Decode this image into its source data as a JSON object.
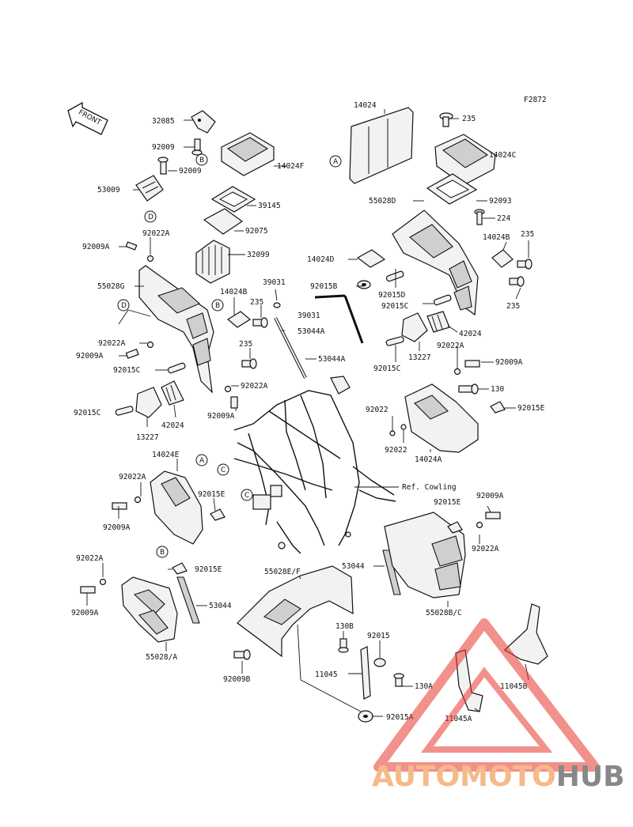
{
  "diagram": {
    "code": "F2872",
    "front_label": "FRONT",
    "ref_label": "Ref. Cowling",
    "parts": {
      "p32085": "32085",
      "p92009_top": "92009",
      "p92009_r": "92009",
      "p53009": "53009",
      "p14024F": "14024F",
      "p39145": "39145",
      "p92075": "92075",
      "p32099": "32099",
      "p92009A_1": "92009A",
      "p92022A_1": "92022A",
      "p55028G": "55028G",
      "p39031_a": "39031",
      "p14024B_1": "14024B",
      "p235_1": "235",
      "p39031_b": "39031",
      "p53044A_1": "53044A",
      "p235_2": "235",
      "p53044A_2": "53044A",
      "p92022A_2": "92022A",
      "p92009A_2": "92009A",
      "p92015C_1": "92015C",
      "p92022A_3": "92022A",
      "p92009A_3": "92009A",
      "p92015C_2": "92015C",
      "p42024_1": "42024",
      "p13227_1": "13227",
      "p14024": "14024",
      "p235_top": "235",
      "p14024C": "14024C",
      "p55028D": "55028D",
      "p92093": "92093",
      "p224": "224",
      "p14024B_2": "14024B",
      "p235_3": "235",
      "p14024D": "14024D",
      "p92015B": "92015B",
      "p92015D": "92015D",
      "p92015C_3": "92015C",
      "p235_4": "235",
      "p42024_2": "42024",
      "p92022A_4": "92022A",
      "p13227_2": "13227",
      "p92015C_4": "92015C",
      "p92009A_4": "92009A",
      "p130": "130",
      "p92022_1": "92022",
      "p92015E_1": "92015E",
      "p92022_2": "92022",
      "p14024A": "14024A",
      "p14024E": "14024E",
      "p92022A_5": "92022A",
      "p92015E_2": "92015E",
      "p92009A_5": "92009A",
      "p92015E_3": "92015E",
      "p92009A_6": "92009A",
      "p92022A_6": "92022A",
      "p92022A_7": "92022A",
      "p92015E_4": "92015E",
      "p53044_1": "53044",
      "p92009A_7": "92009A",
      "p55028A": "55028/A",
      "p55028EF": "55028E/F",
      "p53044_2": "53044",
      "p55028BC": "55028B/C",
      "p130B": "130B",
      "p92015": "92015",
      "p11045": "11045",
      "p130A": "130A",
      "p92009B": "92009B",
      "p92015A": "92015A",
      "p11045A": "11045A",
      "p11045B": "11045B"
    },
    "callouts": {
      "a1": "A",
      "a2": "A",
      "b1": "B",
      "b2": "B",
      "b3": "B",
      "c1": "C",
      "c2": "C",
      "d1": "D",
      "d2": "D"
    }
  },
  "watermark": {
    "word_a": "AUTOMOTO",
    "word_b": "HUB",
    "color_a": "#f5b98a",
    "color_b": "#888888",
    "logo_color": "#e8392d"
  }
}
